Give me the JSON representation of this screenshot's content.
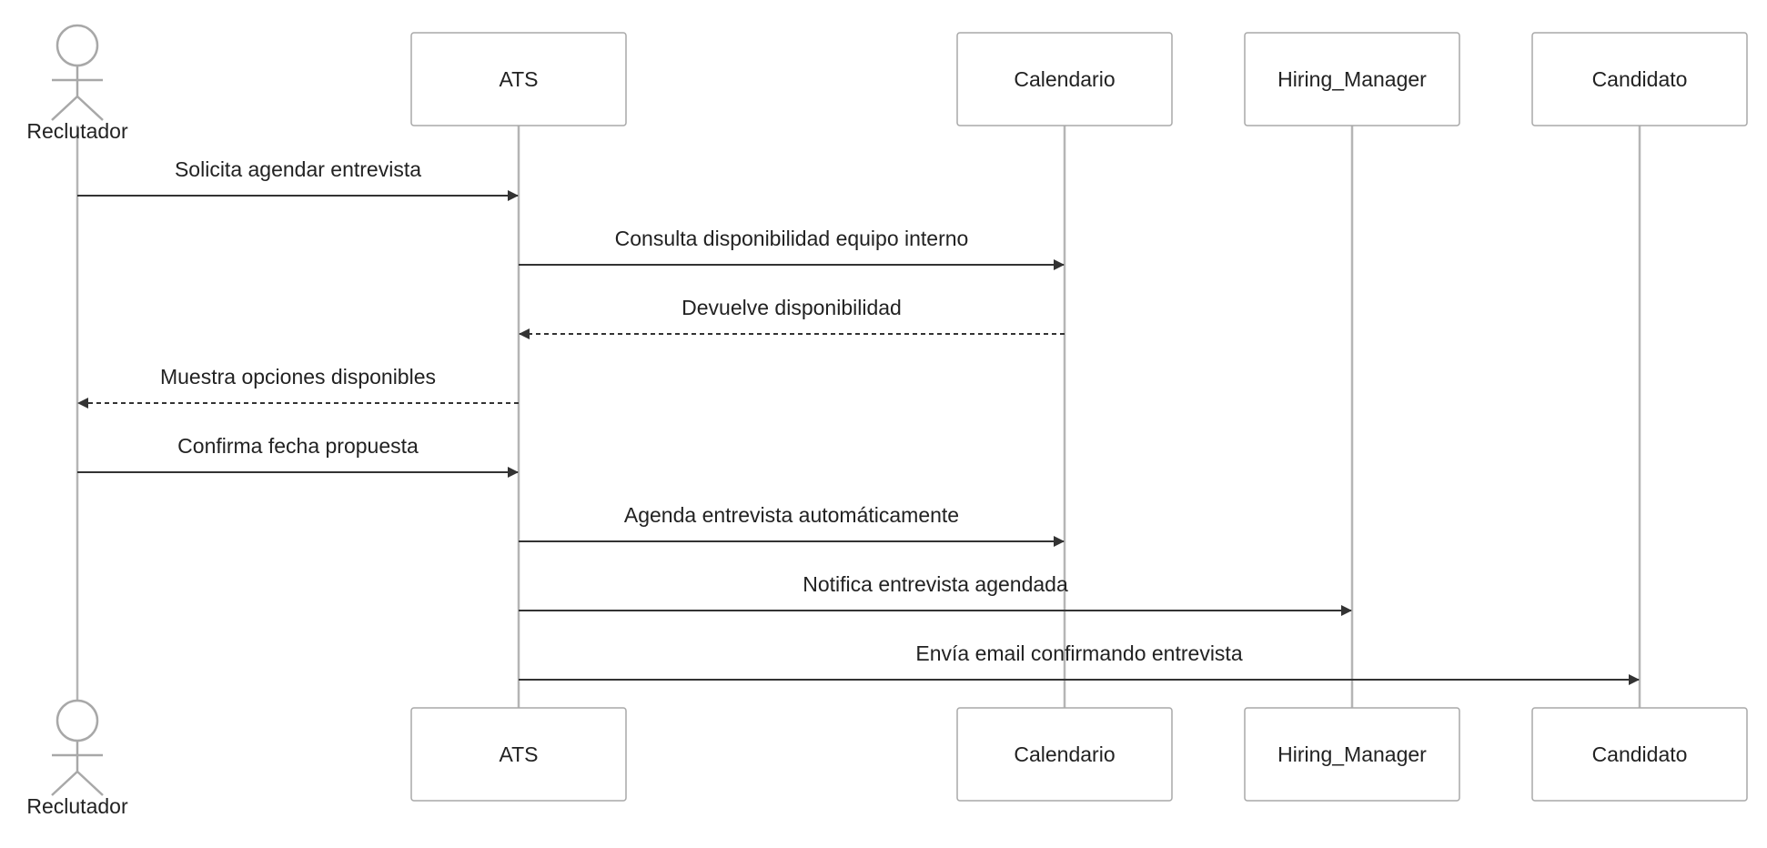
{
  "participants": [
    {
      "id": "reclutador",
      "label": "Reclutador",
      "kind": "actor"
    },
    {
      "id": "ats",
      "label": "ATS",
      "kind": "box"
    },
    {
      "id": "calendario",
      "label": "Calendario",
      "kind": "box"
    },
    {
      "id": "hiring_manager",
      "label": "Hiring_Manager",
      "kind": "box"
    },
    {
      "id": "candidato",
      "label": "Candidato",
      "kind": "box"
    }
  ],
  "messages": [
    {
      "from": "reclutador",
      "to": "ats",
      "label": "Solicita agendar entrevista",
      "style": "solid"
    },
    {
      "from": "ats",
      "to": "calendario",
      "label": "Consulta disponibilidad equipo interno",
      "style": "solid"
    },
    {
      "from": "calendario",
      "to": "ats",
      "label": "Devuelve disponibilidad",
      "style": "dashed"
    },
    {
      "from": "ats",
      "to": "reclutador",
      "label": "Muestra opciones disponibles",
      "style": "dashed"
    },
    {
      "from": "reclutador",
      "to": "ats",
      "label": "Confirma fecha propuesta",
      "style": "solid"
    },
    {
      "from": "ats",
      "to": "calendario",
      "label": "Agenda entrevista automáticamente",
      "style": "solid"
    },
    {
      "from": "ats",
      "to": "hiring_manager",
      "label": "Notifica entrevista agendada",
      "style": "solid"
    },
    {
      "from": "ats",
      "to": "candidato",
      "label": "Envía email confirmando entrevista",
      "style": "solid"
    }
  ],
  "colors": {
    "box_border": "#a8a8a8",
    "lifeline": "#b5b5b5",
    "arrow": "#333333",
    "text": "#222222"
  }
}
